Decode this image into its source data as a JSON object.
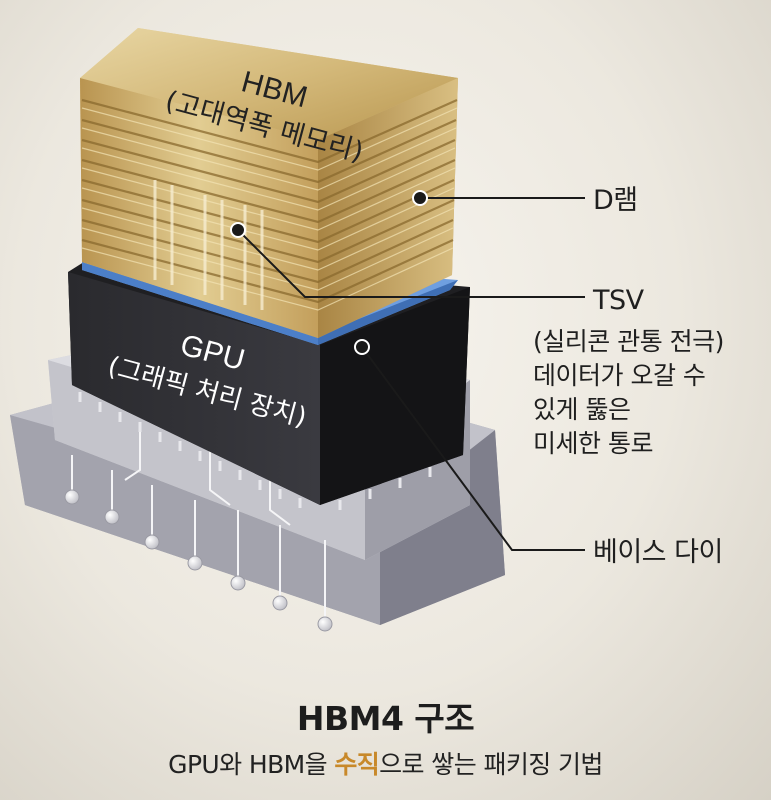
{
  "hbm": {
    "title": "HBM",
    "subtitle": "(고대역폭 메모리)"
  },
  "gpu": {
    "title": "GPU",
    "subtitle": "(그래픽 처리 장치)"
  },
  "callouts": {
    "dram": "D램",
    "tsv": {
      "title": "TSV",
      "lines": [
        "(실리콘 관통 전극)",
        "데이터가 오갈 수",
        "있게 뚫은",
        "미세한 통로"
      ]
    },
    "base_die": "베이스 다이"
  },
  "caption": {
    "title": "HBM4 구조",
    "subtitle_before": "GPU와 HBM을 ",
    "subtitle_highlight": "수직",
    "subtitle_after": "으로 쌓는 패키징 기법"
  },
  "colors": {
    "gold": "#c9a662",
    "gpu_black": "#222222",
    "interposer_blue": "#5b8fd6",
    "base_gray": "#a9a9b3",
    "highlight": "#c8892a"
  }
}
